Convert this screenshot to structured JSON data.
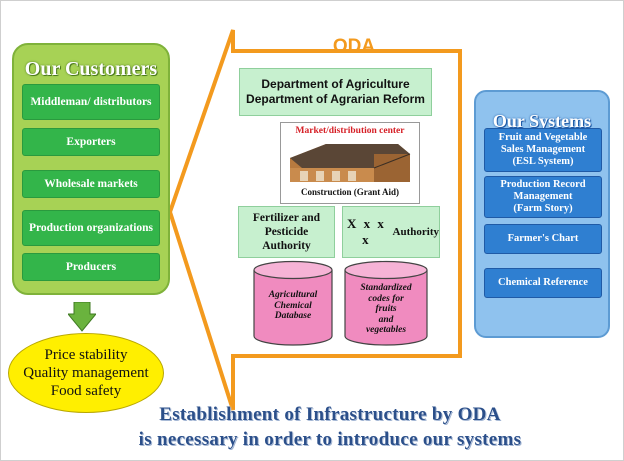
{
  "customers": {
    "title": "Our Customers",
    "items": [
      "Middleman/ distributors",
      "Exporters",
      "Wholesale markets",
      "Production organizations",
      "Producers"
    ]
  },
  "outcome": {
    "lines": [
      "Price stability",
      "Quality management",
      "Food safety"
    ]
  },
  "oda": {
    "title": "ODA",
    "departments": [
      "Department of Agriculture",
      "Department of Agrarian Reform"
    ],
    "market_center": "Market/distribution center",
    "construction": "Construction (Grant Aid)",
    "fertilizer_authority": [
      "Fertilizer and",
      "Pesticide",
      "Authority"
    ],
    "x_authority_prefix": "X x x x",
    "x_authority_suffix": "Authority",
    "chemical_database": [
      "Agricultural",
      "Chemical",
      "Database"
    ],
    "standardized_codes": [
      "Standardized",
      "codes for",
      "fruits",
      "and",
      "vegetables"
    ]
  },
  "systems": {
    "title": "Our Systems",
    "items": [
      [
        "Fruit and Vegetable",
        "Sales Management",
        "(ESL System)"
      ],
      [
        "Production Record",
        "Management",
        "(Farm Story)"
      ],
      [
        "Farmer's Chart"
      ],
      [
        "Chemical Reference"
      ]
    ]
  },
  "banner": {
    "line1": "Establishment of Infrastructure by ODA",
    "line2": "is necessary in order to introduce our systems"
  },
  "colors": {
    "customers_panel": "#a7d255",
    "customer_item": "#33b54a",
    "oda_outline": "#f39a1e",
    "dept_box": "#c7f0cf",
    "cylinder": "#f08bbf",
    "systems_panel": "#8fc2ee",
    "system_item": "#2f7fd1",
    "outcome": "#ffef00",
    "banner_text": "#2b4f8a"
  }
}
